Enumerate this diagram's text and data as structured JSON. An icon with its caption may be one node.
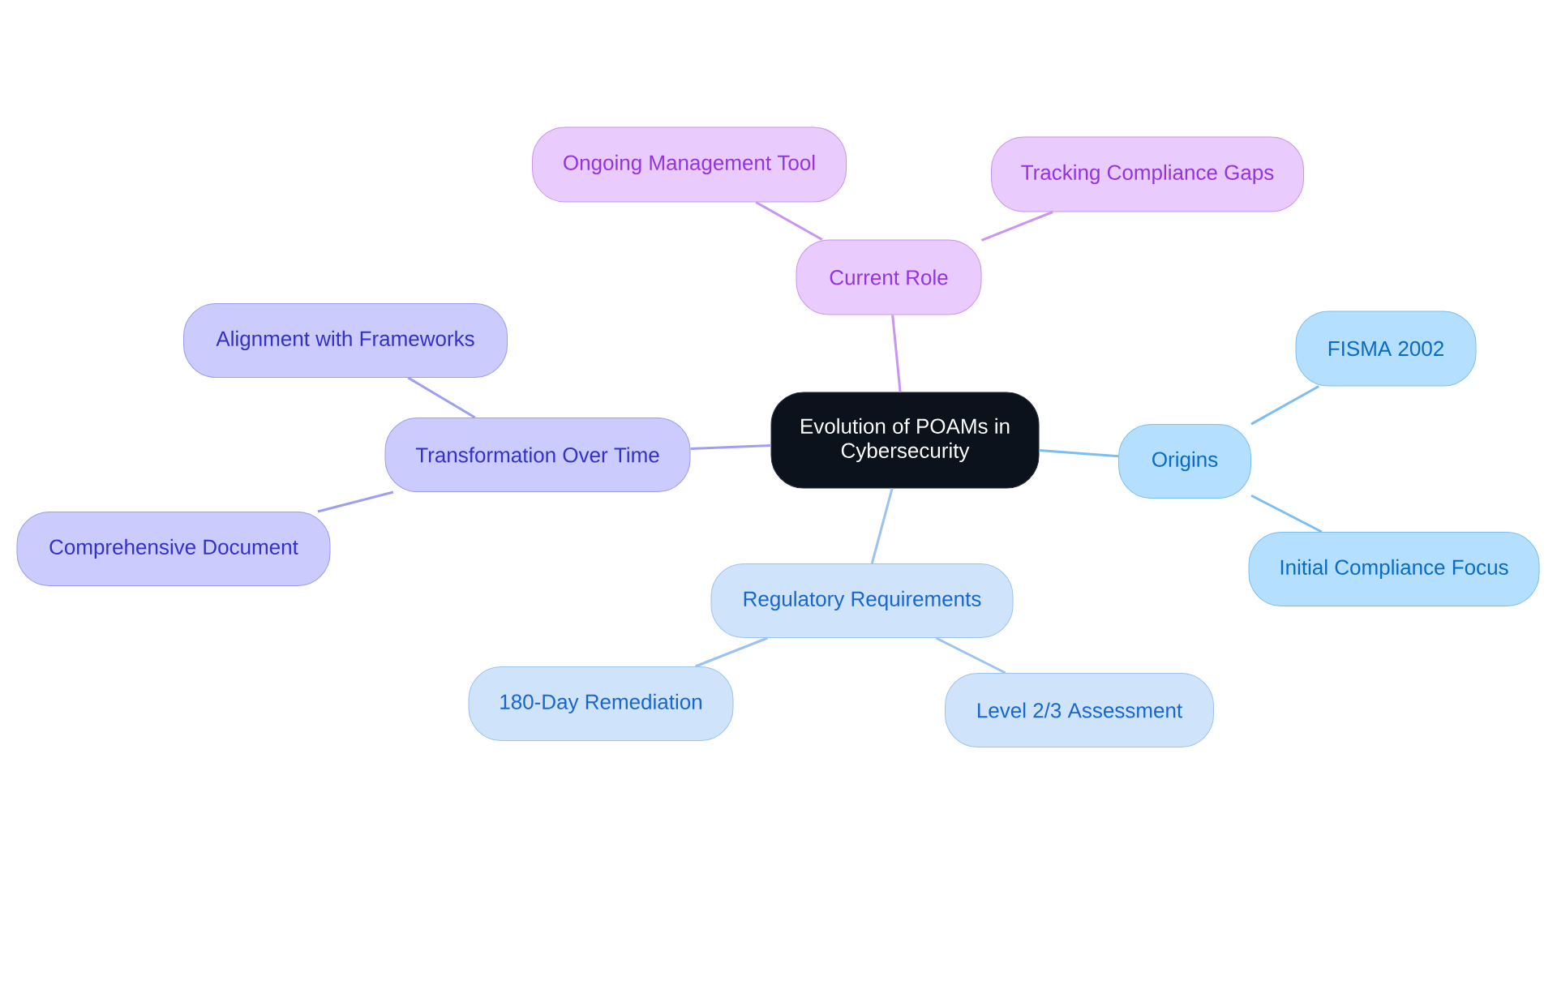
{
  "diagram": {
    "nodes": [
      {
        "text": [
          "Evolution of POAMs in Cybersecurity"
        ]
      },
      {
        "text": [
          "Current Role"
        ]
      },
      {
        "text": [
          "Ongoing Management Tool"
        ]
      },
      {
        "text": [
          "Tracking Compliance Gaps"
        ]
      },
      {
        "text": [
          "Transformation Over Time"
        ]
      },
      {
        "text": [
          "Alignment with Frameworks"
        ]
      },
      {
        "text": [
          "Comprehensive Document"
        ]
      },
      {
        "text": [
          "Origins"
        ]
      },
      {
        "text": [
          "FISMA 2002"
        ]
      },
      {
        "text": [
          "Initial Compliance Focus"
        ]
      },
      {
        "text": [
          "Regulatory Requirements"
        ]
      },
      {
        "text": [
          "180-Day Remediation"
        ]
      },
      {
        "text": [
          "Level 2/3 Assessment"
        ]
      }
    ],
    "edges": [
      {
        "from": 0,
        "to": 1,
        "arrow": "none",
        "color": "#c896f0"
      },
      {
        "from": 1,
        "to": 2,
        "arrow": "none",
        "color": "#c896f0"
      },
      {
        "from": 1,
        "to": 3,
        "arrow": "none",
        "color": "#c896f0"
      },
      {
        "from": 0,
        "to": 4,
        "arrow": "none",
        "color": "#9f9ff0"
      },
      {
        "from": 4,
        "to": 5,
        "arrow": "none",
        "color": "#9f9ff0"
      },
      {
        "from": 4,
        "to": 6,
        "arrow": "none",
        "color": "#9f9ff0"
      },
      {
        "from": 0,
        "to": 7,
        "arrow": "none",
        "color": "#7bbef2"
      },
      {
        "from": 7,
        "to": 8,
        "arrow": "none",
        "color": "#7bbef2"
      },
      {
        "from": 7,
        "to": 9,
        "arrow": "none",
        "color": "#7bbef2"
      },
      {
        "from": 0,
        "to": 10,
        "arrow": "none",
        "color": "#9cc3ee"
      },
      {
        "from": 10,
        "to": 11,
        "arrow": "none",
        "color": "#9cc3ee"
      },
      {
        "from": 10,
        "to": 12,
        "arrow": "none",
        "color": "#9cc3ee"
      }
    ]
  }
}
